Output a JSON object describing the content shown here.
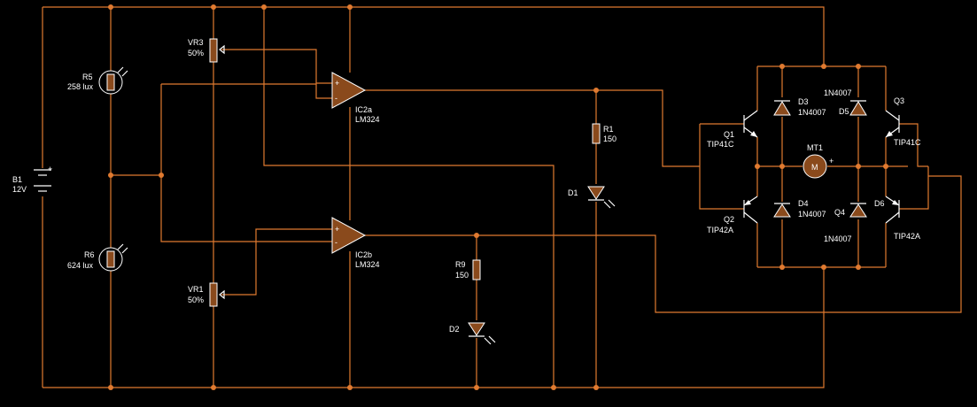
{
  "colors": {
    "background": "#000000",
    "wire": "#e07a30",
    "component_fill": "#8a4a1c",
    "text": "#ffffff"
  },
  "components": {
    "b1": {
      "ref": "B1",
      "value": "12V"
    },
    "r5": {
      "ref": "R5",
      "value": "258 lux"
    },
    "r6": {
      "ref": "R6",
      "value": "624 lux"
    },
    "vr3": {
      "ref": "VR3",
      "value": "50%"
    },
    "vr1": {
      "ref": "VR1",
      "value": "50%"
    },
    "ic2a": {
      "ref": "IC2a",
      "value": "LM324"
    },
    "ic2b": {
      "ref": "IC2b",
      "value": "LM324"
    },
    "r1": {
      "ref": "R1",
      "value": "150"
    },
    "r9": {
      "ref": "R9",
      "value": "150"
    },
    "d1": {
      "ref": "D1"
    },
    "d2": {
      "ref": "D2"
    },
    "q1": {
      "ref": "Q1",
      "value": "TIP41C"
    },
    "q2": {
      "ref": "Q2",
      "value": "TIP42A"
    },
    "q3": {
      "ref": "Q3",
      "value": "TIP41C"
    },
    "q4": {
      "ref": "Q4",
      "value": "TIP42A"
    },
    "d3": {
      "ref": "D3",
      "value": "1N4007"
    },
    "d4": {
      "ref": "D4",
      "value": "1N4007"
    },
    "d5": {
      "ref": "D5",
      "value": "1N4007"
    },
    "d6": {
      "ref": "D6",
      "value": "1N4007"
    },
    "mt1": {
      "ref": "MT1"
    }
  },
  "symbols": {
    "plus": "+",
    "minus": "-",
    "motor": "M"
  }
}
